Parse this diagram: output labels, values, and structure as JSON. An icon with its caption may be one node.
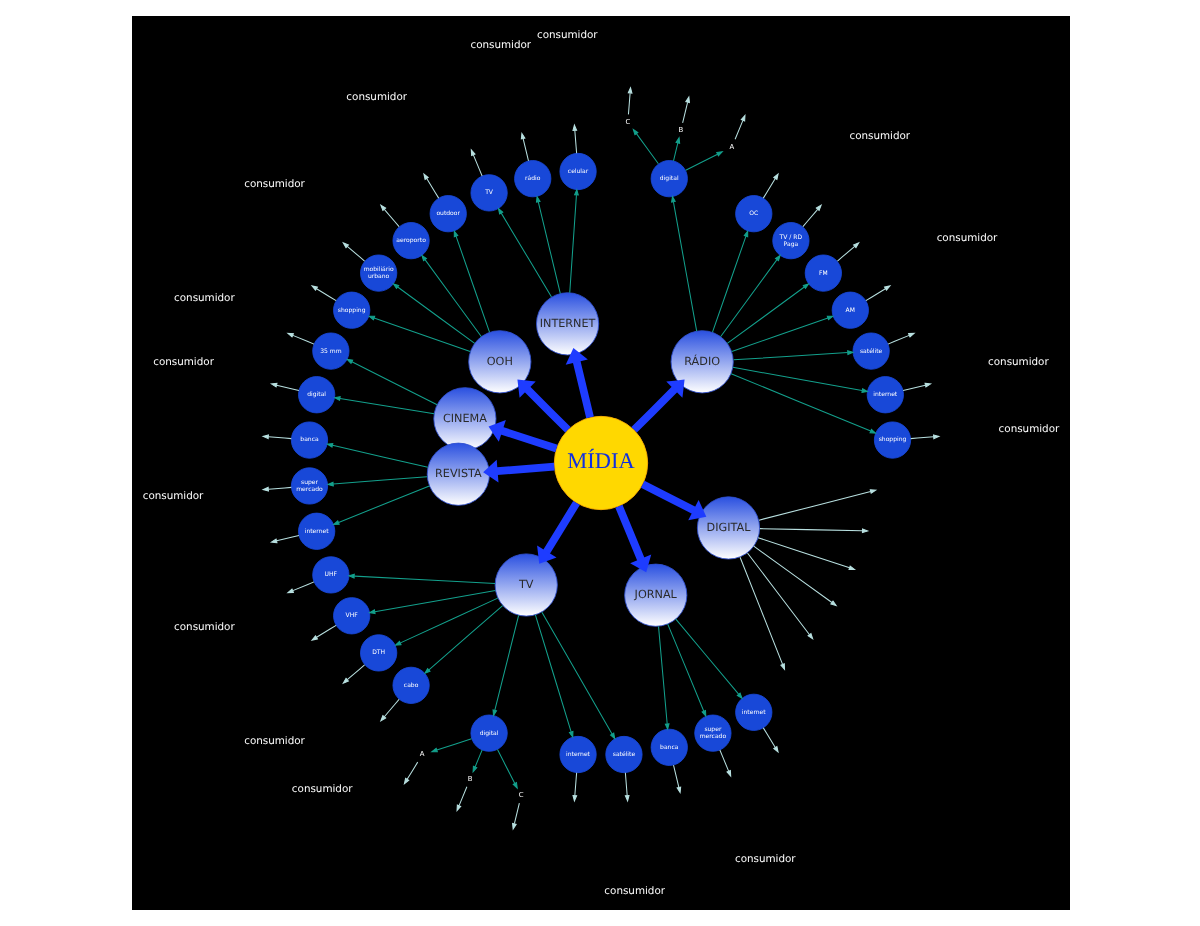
{
  "diagram": {
    "nodes": [
      {
        "text": [
          "MÍDIA"
        ]
      },
      {
        "text": [
          "RÁDIO"
        ]
      },
      {
        "text": [
          "INTERNET"
        ]
      },
      {
        "text": [
          "OOH"
        ]
      },
      {
        "text": [
          "CINEMA"
        ]
      },
      {
        "text": [
          "REVISTA"
        ]
      },
      {
        "text": [
          "TV"
        ]
      },
      {
        "text": [
          "JORNAL"
        ]
      },
      {
        "text": [
          "DIGITAL"
        ]
      },
      {
        "text": [
          "shopping"
        ]
      },
      {
        "text": [
          "internet"
        ]
      },
      {
        "text": [
          "satélite"
        ]
      },
      {
        "text": [
          "AM"
        ]
      },
      {
        "text": [
          "FM"
        ]
      },
      {
        "text": [
          "TV / RD Paga"
        ]
      },
      {
        "text": [
          "OC"
        ]
      },
      {
        "text": [
          "digital"
        ]
      },
      {
        "text": [
          "A"
        ]
      },
      {
        "text": [
          "B"
        ]
      },
      {
        "text": [
          "C"
        ]
      },
      {
        "text": [
          "celular"
        ]
      },
      {
        "text": [
          "rádio"
        ]
      },
      {
        "text": [
          "TV"
        ]
      },
      {
        "text": [
          "outdoor"
        ]
      },
      {
        "text": [
          "aeroporto"
        ]
      },
      {
        "text": [
          "mobiliário urbano"
        ]
      },
      {
        "text": [
          "shopping"
        ]
      },
      {
        "text": [
          "35 mm"
        ]
      },
      {
        "text": [
          "digital"
        ]
      },
      {
        "text": [
          "banca"
        ]
      },
      {
        "text": [
          "super mercado"
        ]
      },
      {
        "text": [
          "internet"
        ]
      },
      {
        "text": [
          "UHF"
        ]
      },
      {
        "text": [
          "VHF"
        ]
      },
      {
        "text": [
          "DTH"
        ]
      },
      {
        "text": [
          "cabo"
        ]
      },
      {
        "text": [
          "digital"
        ]
      },
      {
        "text": [
          "A"
        ]
      },
      {
        "text": [
          "B"
        ]
      },
      {
        "text": [
          "C"
        ]
      },
      {
        "text": [
          "internet"
        ]
      },
      {
        "text": [
          "satélite"
        ]
      },
      {
        "text": [
          "banca"
        ]
      },
      {
        "text": [
          "super mercado"
        ]
      },
      {
        "text": [
          "internet"
        ]
      }
    ],
    "edges": [
      {
        "from": 0,
        "to": 1,
        "arrow": "to",
        "style": "thick",
        "color": "#1e3cff"
      },
      {
        "from": 0,
        "to": 2,
        "arrow": "to",
        "style": "thick",
        "color": "#1e3cff"
      },
      {
        "from": 0,
        "to": 3,
        "arrow": "to",
        "style": "thick",
        "color": "#1e3cff"
      },
      {
        "from": 0,
        "to": 4,
        "arrow": "to",
        "style": "thick",
        "color": "#1e3cff"
      },
      {
        "from": 0,
        "to": 5,
        "arrow": "to",
        "style": "thick",
        "color": "#1e3cff"
      },
      {
        "from": 0,
        "to": 6,
        "arrow": "to",
        "style": "thick",
        "color": "#1e3cff"
      },
      {
        "from": 0,
        "to": 7,
        "arrow": "to",
        "style": "thick",
        "color": "#1e3cff"
      },
      {
        "from": 0,
        "to": 8,
        "arrow": "to",
        "style": "thick",
        "color": "#1e3cff"
      },
      {
        "from": 1,
        "to": 9,
        "arrow": "to",
        "color": "#13a08c"
      },
      {
        "from": 1,
        "to": 10,
        "arrow": "to",
        "color": "#13a08c"
      },
      {
        "from": 1,
        "to": 11,
        "arrow": "to",
        "color": "#13a08c"
      },
      {
        "from": 1,
        "to": 12,
        "arrow": "to",
        "color": "#13a08c"
      },
      {
        "from": 1,
        "to": 13,
        "arrow": "to",
        "color": "#13a08c"
      },
      {
        "from": 1,
        "to": 14,
        "arrow": "to",
        "color": "#13a08c"
      },
      {
        "from": 1,
        "to": 15,
        "arrow": "to",
        "color": "#13a08c"
      },
      {
        "from": 1,
        "to": 16,
        "arrow": "to",
        "color": "#13a08c"
      },
      {
        "from": 16,
        "to": 17,
        "arrow": "to",
        "color": "#13a08c"
      },
      {
        "from": 16,
        "to": 18,
        "arrow": "to",
        "color": "#13a08c"
      },
      {
        "from": 16,
        "to": 19,
        "arrow": "to",
        "color": "#13a08c"
      },
      {
        "from": 2,
        "to": 20,
        "arrow": "to",
        "color": "#13a08c"
      },
      {
        "from": 2,
        "to": 21,
        "arrow": "to",
        "color": "#13a08c"
      },
      {
        "from": 2,
        "to": 22,
        "arrow": "to",
        "color": "#13a08c"
      },
      {
        "from": 3,
        "to": 23,
        "arrow": "to",
        "color": "#13a08c"
      },
      {
        "from": 3,
        "to": 24,
        "arrow": "to",
        "color": "#13a08c"
      },
      {
        "from": 3,
        "to": 25,
        "arrow": "to",
        "color": "#13a08c"
      },
      {
        "from": 3,
        "to": 26,
        "arrow": "to",
        "color": "#13a08c"
      },
      {
        "from": 4,
        "to": 27,
        "arrow": "to",
        "color": "#13a08c"
      },
      {
        "from": 4,
        "to": 28,
        "arrow": "to",
        "color": "#13a08c"
      },
      {
        "from": 5,
        "to": 29,
        "arrow": "to",
        "color": "#13a08c"
      },
      {
        "from": 5,
        "to": 30,
        "arrow": "to",
        "color": "#13a08c"
      },
      {
        "from": 5,
        "to": 31,
        "arrow": "to",
        "color": "#13a08c"
      },
      {
        "from": 6,
        "to": 32,
        "arrow": "to",
        "color": "#13a08c"
      },
      {
        "from": 6,
        "to": 33,
        "arrow": "to",
        "color": "#13a08c"
      },
      {
        "from": 6,
        "to": 34,
        "arrow": "to",
        "color": "#13a08c"
      },
      {
        "from": 6,
        "to": 35,
        "arrow": "to",
        "color": "#13a08c"
      },
      {
        "from": 6,
        "to": 36,
        "arrow": "to",
        "color": "#13a08c"
      },
      {
        "from": 36,
        "to": 37,
        "arrow": "to",
        "color": "#13a08c"
      },
      {
        "from": 36,
        "to": 38,
        "arrow": "to",
        "color": "#13a08c"
      },
      {
        "from": 36,
        "to": 39,
        "arrow": "to",
        "color": "#13a08c"
      },
      {
        "from": 6,
        "to": 40,
        "arrow": "to",
        "color": "#13a08c"
      },
      {
        "from": 6,
        "to": 41,
        "arrow": "to",
        "color": "#13a08c"
      },
      {
        "from": 7,
        "to": 42,
        "arrow": "to",
        "color": "#13a08c"
      },
      {
        "from": 7,
        "to": 43,
        "arrow": "to",
        "color": "#13a08c"
      },
      {
        "from": 7,
        "to": 44,
        "arrow": "to",
        "color": "#13a08c"
      },
      {
        "from": 8,
        "to": null,
        "arrow": "to",
        "color": "#b8e0e0"
      },
      {
        "from": 8,
        "to": null,
        "arrow": "to",
        "color": "#b8e0e0"
      },
      {
        "from": 8,
        "to": null,
        "arrow": "to",
        "color": "#b8e0e0"
      },
      {
        "from": 8,
        "to": null,
        "arrow": "to",
        "color": "#b8e0e0"
      },
      {
        "from": 8,
        "to": null,
        "arrow": "to",
        "color": "#b8e0e0"
      },
      {
        "from": 8,
        "to": null,
        "arrow": "to",
        "color": "#b8e0e0"
      },
      {
        "from": 9,
        "to": null,
        "arrow": "to",
        "color": "#b8e0e0"
      },
      {
        "from": 10,
        "to": null,
        "arrow": "to",
        "color": "#b8e0e0"
      },
      {
        "from": 11,
        "to": null,
        "arrow": "to",
        "color": "#b8e0e0"
      },
      {
        "from": 12,
        "to": null,
        "arrow": "to",
        "color": "#b8e0e0"
      },
      {
        "from": 13,
        "to": null,
        "arrow": "to",
        "color": "#b8e0e0"
      },
      {
        "from": 14,
        "to": null,
        "arrow": "to",
        "color": "#b8e0e0"
      },
      {
        "from": 15,
        "to": null,
        "arrow": "to",
        "color": "#b8e0e0"
      },
      {
        "from": 17,
        "to": null,
        "arrow": "to",
        "color": "#b8e0e0"
      },
      {
        "from": 18,
        "to": null,
        "arrow": "to",
        "color": "#b8e0e0"
      },
      {
        "from": 19,
        "to": null,
        "arrow": "to",
        "color": "#b8e0e0"
      },
      {
        "from": 20,
        "to": null,
        "arrow": "to",
        "color": "#b8e0e0"
      },
      {
        "from": 21,
        "to": null,
        "arrow": "to",
        "color": "#b8e0e0"
      },
      {
        "from": 22,
        "to": null,
        "arrow": "to",
        "color": "#b8e0e0"
      },
      {
        "from": 23,
        "to": null,
        "arrow": "to",
        "color": "#b8e0e0"
      },
      {
        "from": 24,
        "to": null,
        "arrow": "to",
        "color": "#b8e0e0"
      },
      {
        "from": 25,
        "to": null,
        "arrow": "to",
        "color": "#b8e0e0"
      },
      {
        "from": 26,
        "to": null,
        "arrow": "to",
        "color": "#b8e0e0"
      },
      {
        "from": 27,
        "to": null,
        "arrow": "to",
        "color": "#b8e0e0"
      },
      {
        "from": 28,
        "to": null,
        "arrow": "to",
        "color": "#b8e0e0"
      },
      {
        "from": 29,
        "to": null,
        "arrow": "to",
        "color": "#b8e0e0"
      },
      {
        "from": 30,
        "to": null,
        "arrow": "to",
        "color": "#b8e0e0"
      },
      {
        "from": 31,
        "to": null,
        "arrow": "to",
        "color": "#b8e0e0"
      },
      {
        "from": 32,
        "to": null,
        "arrow": "to",
        "color": "#b8e0e0"
      },
      {
        "from": 33,
        "to": null,
        "arrow": "to",
        "color": "#b8e0e0"
      },
      {
        "from": 34,
        "to": null,
        "arrow": "to",
        "color": "#b8e0e0"
      },
      {
        "from": 35,
        "to": null,
        "arrow": "to",
        "color": "#b8e0e0"
      },
      {
        "from": 37,
        "to": null,
        "arrow": "to",
        "color": "#b8e0e0"
      },
      {
        "from": 38,
        "to": null,
        "arrow": "to",
        "color": "#b8e0e0"
      },
      {
        "from": 39,
        "to": null,
        "arrow": "to",
        "color": "#b8e0e0"
      },
      {
        "from": 40,
        "to": null,
        "arrow": "to",
        "color": "#b8e0e0"
      },
      {
        "from": 41,
        "to": null,
        "arrow": "to",
        "color": "#b8e0e0"
      },
      {
        "from": 42,
        "to": null,
        "arrow": "to",
        "color": "#b8e0e0"
      },
      {
        "from": 43,
        "to": null,
        "arrow": "to",
        "color": "#b8e0e0"
      },
      {
        "from": 44,
        "to": null,
        "arrow": "to",
        "color": "#b8e0e0"
      }
    ],
    "labels": [
      "consumidor",
      "consumidor",
      "consumidor",
      "consumidor",
      "consumidor",
      "consumidor",
      "consumidor",
      "consumidor",
      "consumidor",
      "consumidor",
      "consumidor",
      "consumidor",
      "consumidor",
      "consumidor",
      "consumidor",
      "consumidor"
    ]
  }
}
